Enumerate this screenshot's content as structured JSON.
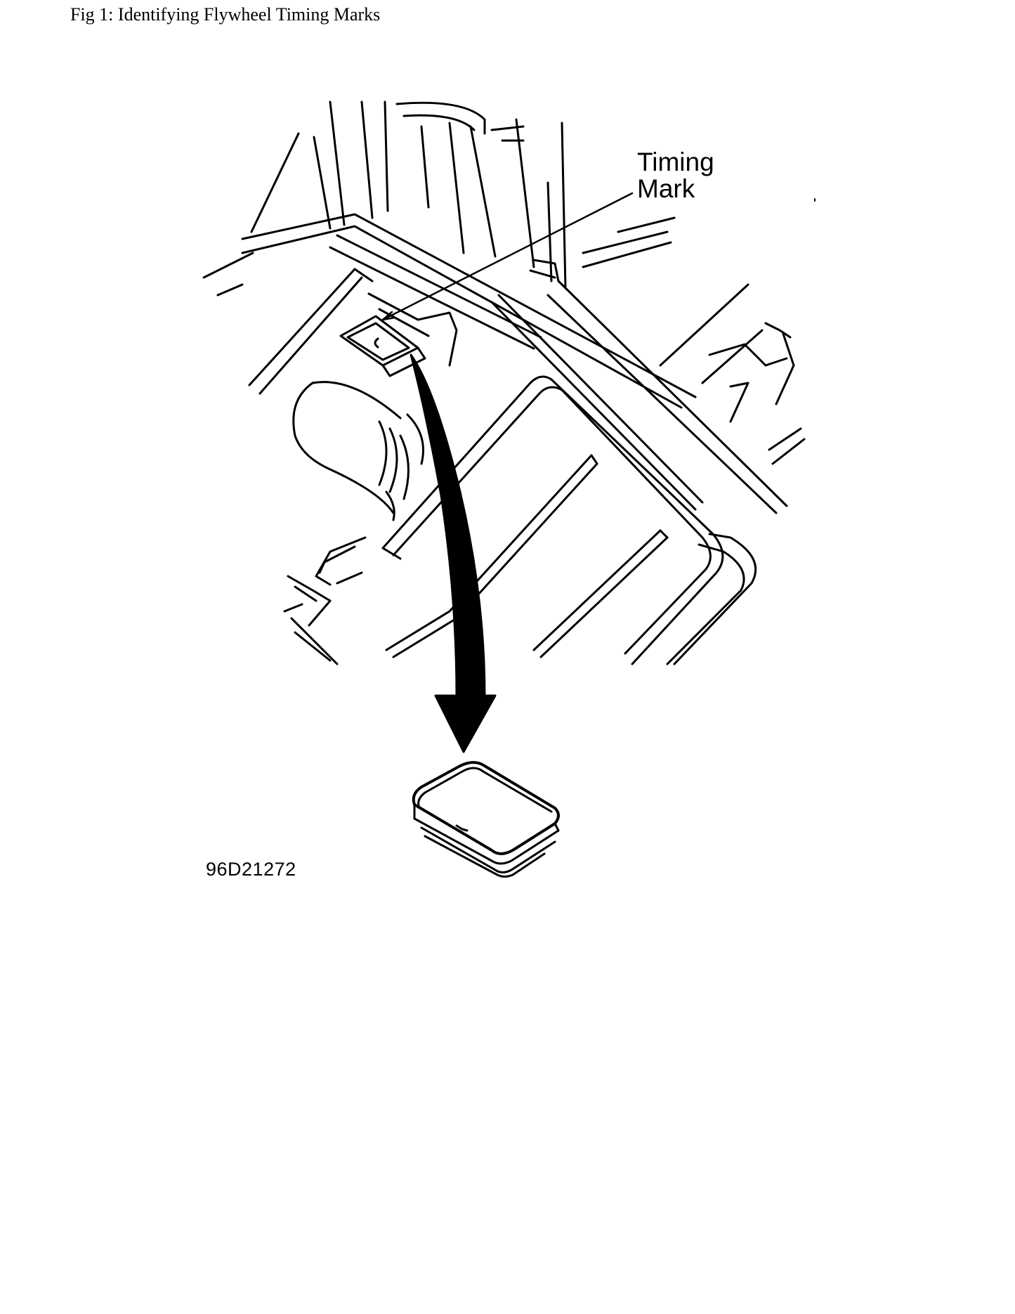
{
  "caption": "Fig 1: Identifying Flywheel Timing Marks",
  "diagram": {
    "callout": {
      "line1": "Timing",
      "line2": "Mark"
    },
    "figure_code": "96D21272"
  }
}
